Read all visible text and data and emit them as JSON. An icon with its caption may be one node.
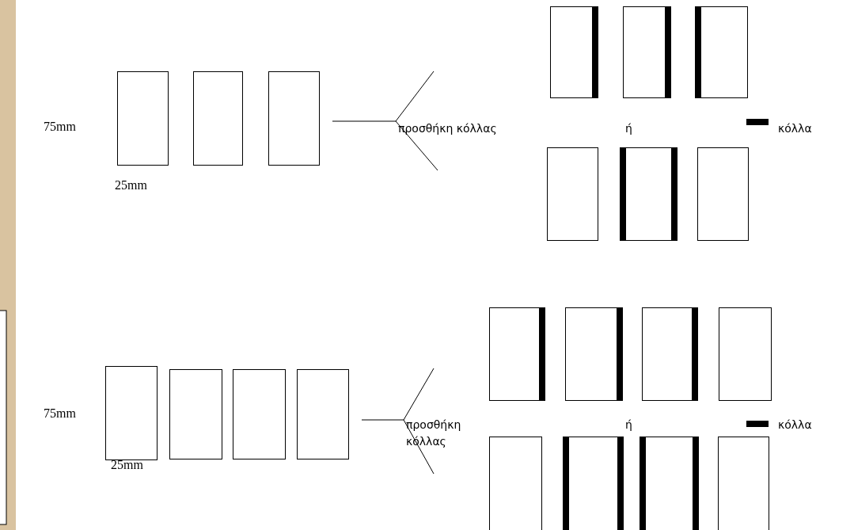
{
  "diagram": {
    "labels": [
      "75mm",
      "25mm",
      "προσθήκη κόλλας",
      "ή",
      "75mm",
      "25mm",
      "προσθήκη κόλλας",
      "ή"
    ],
    "legend": [
      {
        "text": "κόλλα",
        "color": "#000000"
      },
      {
        "text": "κόλλα",
        "color": "#000000"
      }
    ]
  }
}
